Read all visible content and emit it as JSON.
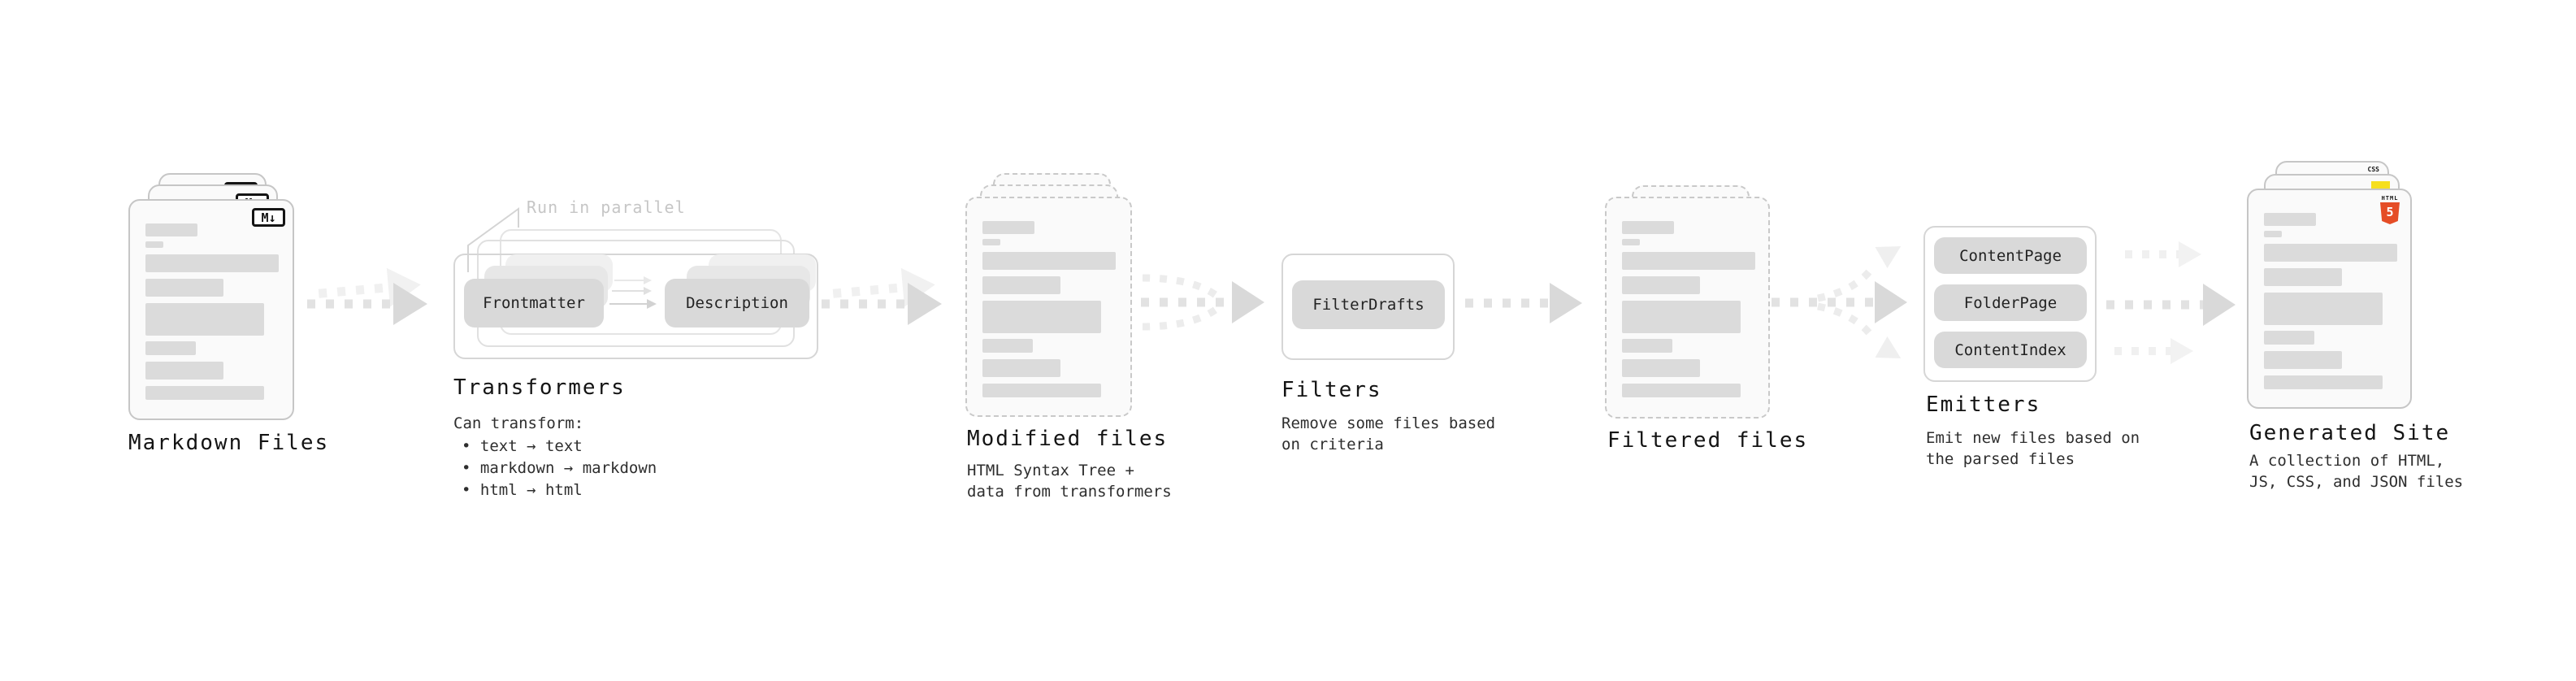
{
  "stages": {
    "markdown": {
      "heading": "Markdown Files",
      "badge": "M↓"
    },
    "transformers": {
      "heading": "Transformers",
      "note": "Run in parallel",
      "pill_frontmatter": "Frontmatter",
      "pill_description": "Description",
      "desc": "Can transform:",
      "bullets": [
        "• text → text",
        "• markdown → markdown",
        "• html → html"
      ]
    },
    "modified": {
      "heading": "Modified files",
      "desc_lines": [
        "HTML Syntax Tree +",
        "data from transformers"
      ]
    },
    "filters": {
      "heading": "Filters",
      "pill": "FilterDrafts",
      "desc_lines": [
        "Remove some files based",
        "on criteria"
      ]
    },
    "filtered": {
      "heading": "Filtered files"
    },
    "emitters": {
      "heading": "Emitters",
      "pills": [
        "ContentPage",
        "FolderPage",
        "ContentIndex"
      ],
      "desc_lines": [
        "Emit new files based on",
        "the parsed files"
      ]
    },
    "generated": {
      "heading": "Generated Site",
      "badge_css": "CSS",
      "badge_html_label": "HTML",
      "badge_html_number": "5",
      "desc_lines": [
        "A collection of HTML,",
        "JS, CSS, and JSON files"
      ]
    }
  },
  "colors": {
    "html5_orange": "#e54d26",
    "js_yellow": "#f6df1e",
    "css_blue": "#2760e8",
    "card_border": "#c6c6c6",
    "pill_gray": "#d9d9d9",
    "arrow_gray": "#d9d9d9"
  }
}
